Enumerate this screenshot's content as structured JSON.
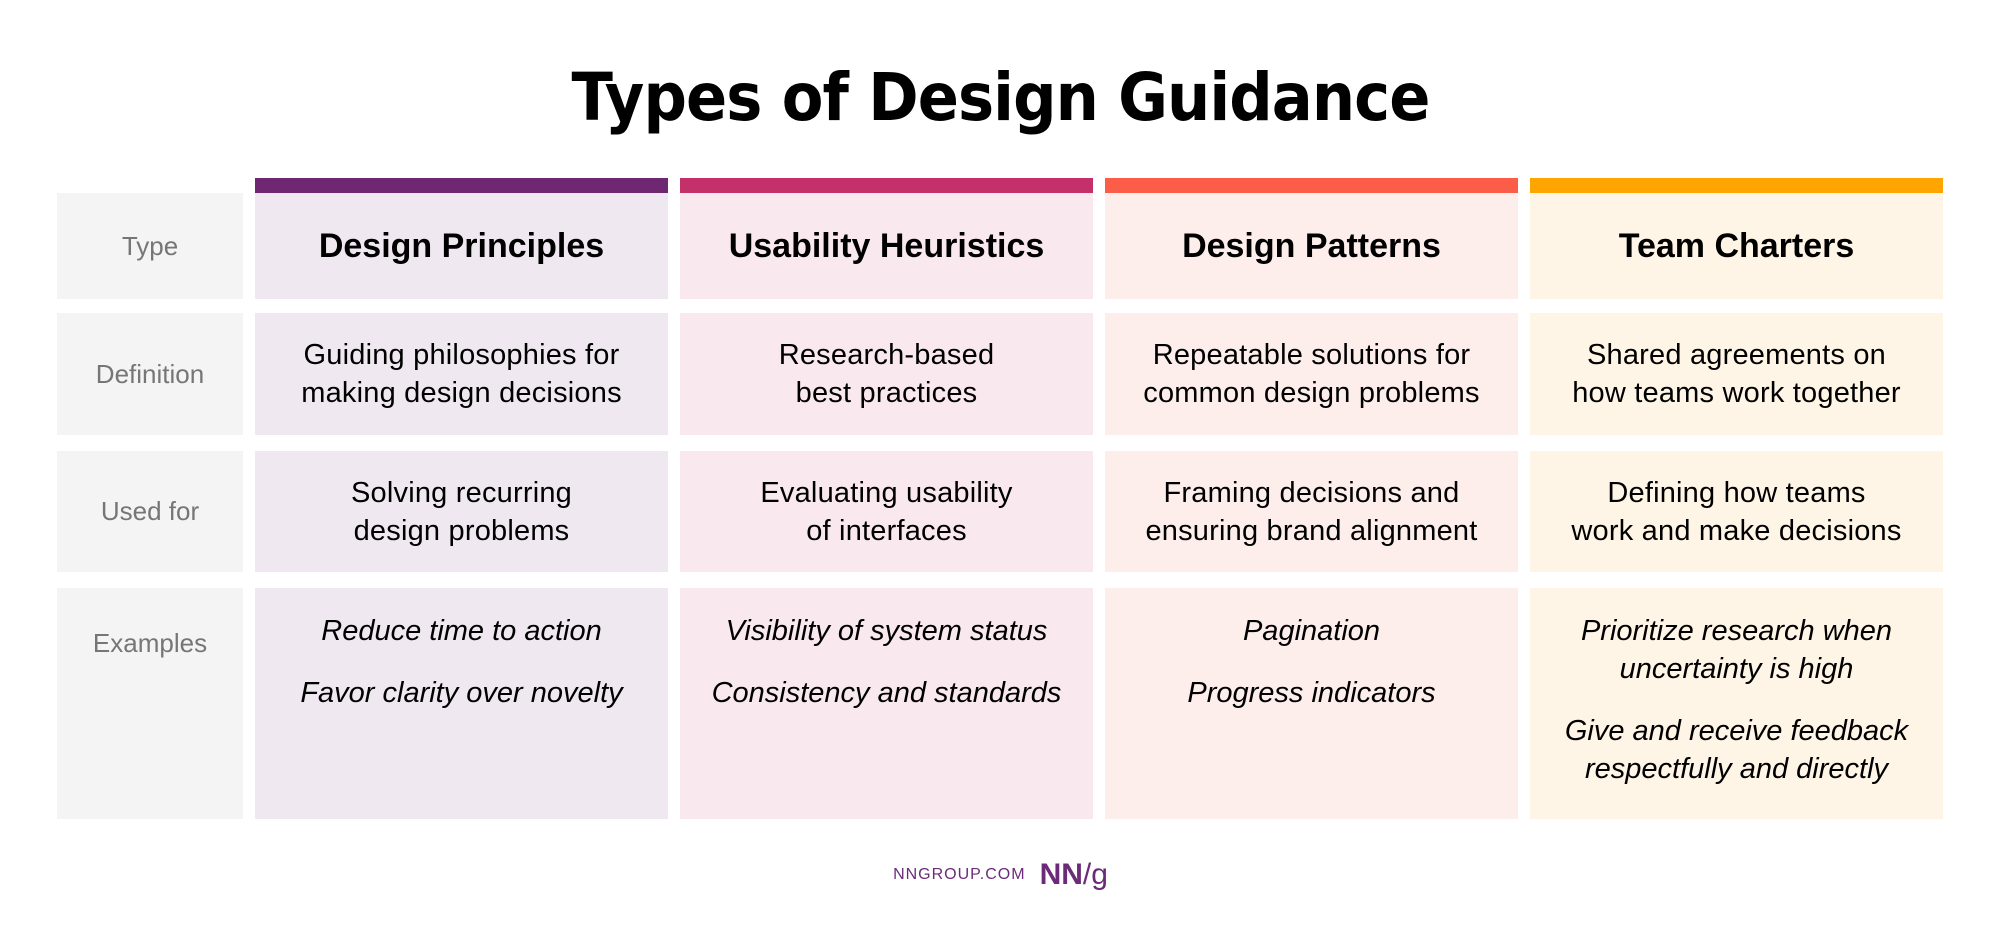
{
  "title": "Types of Design Guidance",
  "row_labels": [
    "Type",
    "Definition",
    "Used for",
    "Examples"
  ],
  "columns": [
    {
      "type": "Design Principles",
      "accent_color": "#6f2772",
      "background_color": "#efe8f0",
      "definition": "Guiding philosophies for\nmaking design decisions",
      "used_for": "Solving recurring\ndesign problems",
      "examples": [
        "Reduce time to action",
        "Favor clarity over novelty"
      ]
    },
    {
      "type": "Usability Heuristics",
      "accent_color": "#c4306a",
      "background_color": "#f9e9ee",
      "definition": "Research-based\nbest practices",
      "used_for": "Evaluating usability\nof interfaces",
      "examples": [
        "Visibility of system status",
        "Consistency and standards"
      ]
    },
    {
      "type": "Design Patterns",
      "accent_color": "#fb5d48",
      "background_color": "#fdeeec",
      "definition": "Repeatable solutions for\ncommon design problems",
      "used_for": "Framing decisions and\nensuring brand alignment",
      "examples": [
        "Pagination",
        "Progress indicators"
      ]
    },
    {
      "type": "Team Charters",
      "accent_color": "#ffa500",
      "background_color": "#fff5e6",
      "definition": "Shared agreements on\nhow teams work together",
      "used_for": "Defining how teams\nwork and make decisions",
      "examples": [
        "Prioritize research when\nuncertainty is high",
        "Give and receive feedback\nrespectfully and directly"
      ]
    }
  ],
  "footer": {
    "site": "NNGROUP.COM",
    "logo_left": "NN",
    "logo_slash": "/",
    "logo_right": "g",
    "brand_color": "#6b2b78"
  }
}
